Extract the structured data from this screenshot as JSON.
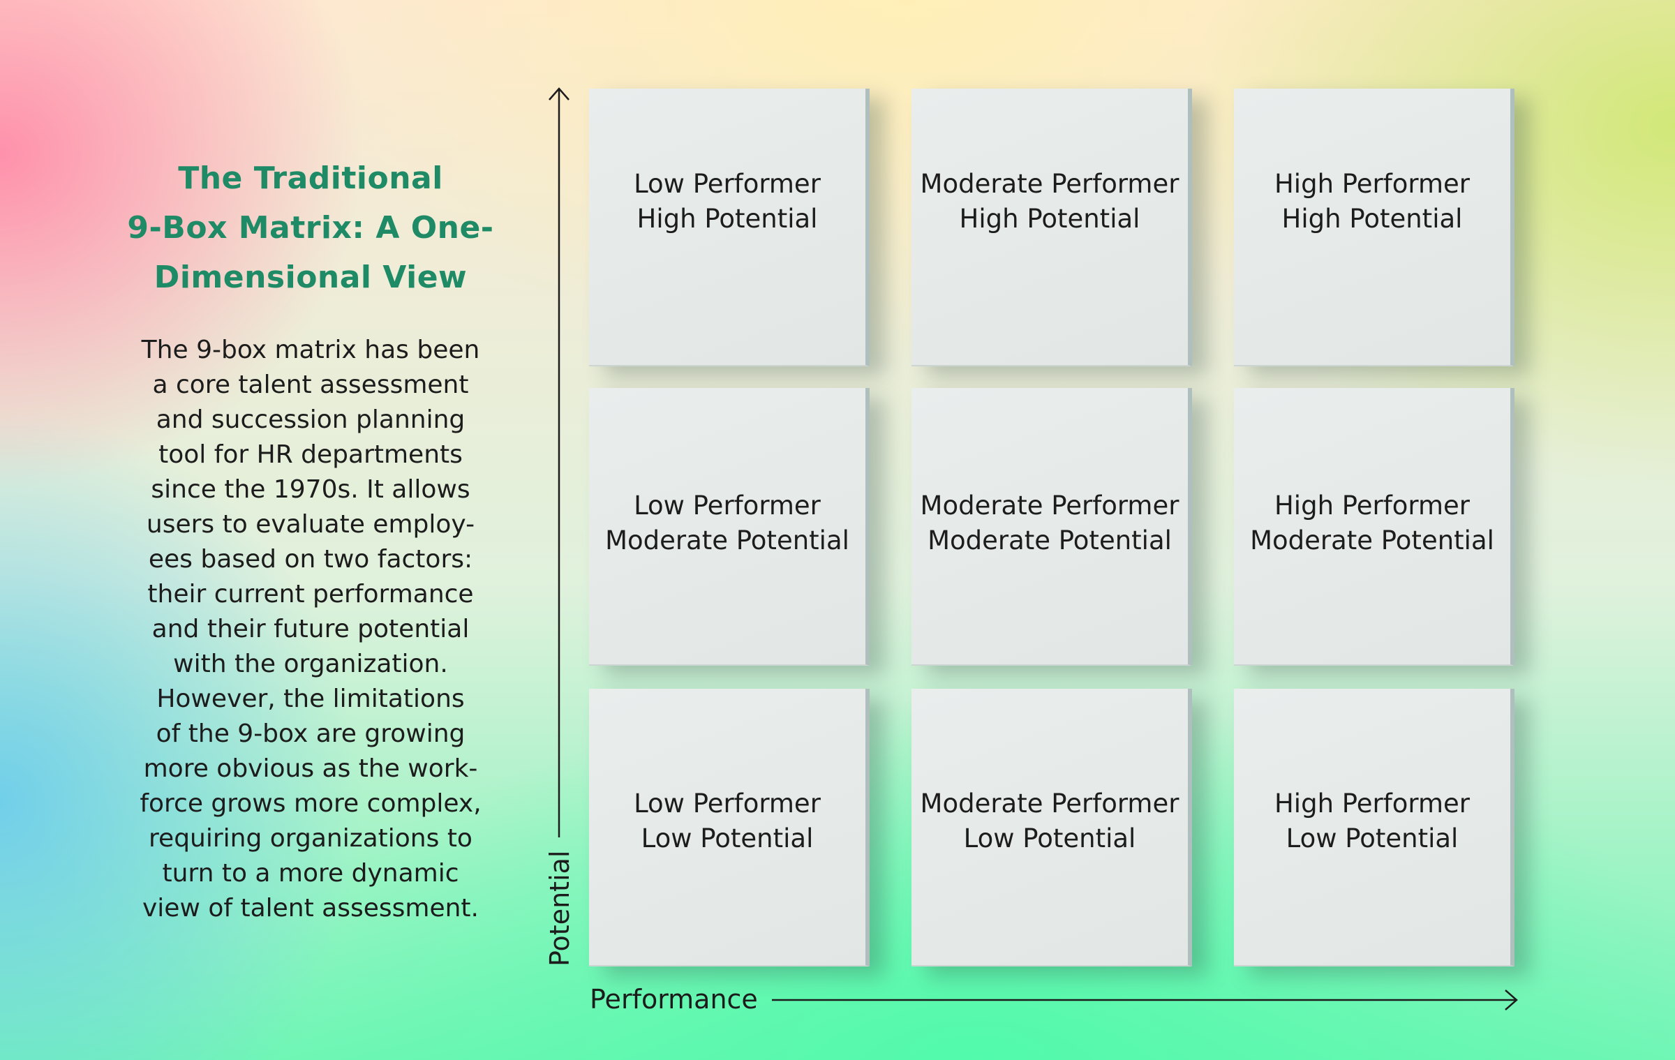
{
  "title_lines": [
    "The Traditional",
    "9-Box Matrix: A One-",
    "Dimensional View"
  ],
  "body_lines": [
    "The 9-box matrix has been",
    "a core talent assessment",
    "and succession planning",
    "tool for HR departments",
    "since the 1970s. It allows",
    "users to evaluate employ-",
    "ees based on two factors:",
    "their current performance",
    "and their future potential",
    "with the organization.",
    "However, the limitations",
    "of the 9-box are growing",
    "more obvious as the work-",
    "force grows more complex,",
    "requiring organizations to",
    "turn to a more dynamic",
    "view of talent assessment."
  ],
  "axes": {
    "x_label": "Performance",
    "y_label": "Potential"
  },
  "grid": {
    "rows": [
      [
        {
          "performance": "Low Performer",
          "potential": "High Potential"
        },
        {
          "performance": "Moderate Performer",
          "potential": "High Potential"
        },
        {
          "performance": "High Performer",
          "potential": "High Potential"
        }
      ],
      [
        {
          "performance": "Low Performer",
          "potential": "Moderate Potential"
        },
        {
          "performance": "Moderate Performer",
          "potential": "Moderate Potential"
        },
        {
          "performance": "High Performer",
          "potential": "Moderate Potential"
        }
      ],
      [
        {
          "performance": "Low Performer",
          "potential": "Low Potential"
        },
        {
          "performance": "Moderate Performer",
          "potential": "Low Potential"
        },
        {
          "performance": "High Performer",
          "potential": "Low Potential"
        }
      ]
    ]
  },
  "colors": {
    "title": "#1f8a66",
    "text": "#1c1c1c",
    "cell_face": "#e5eae8",
    "cell_edge": "#aebfbd"
  }
}
